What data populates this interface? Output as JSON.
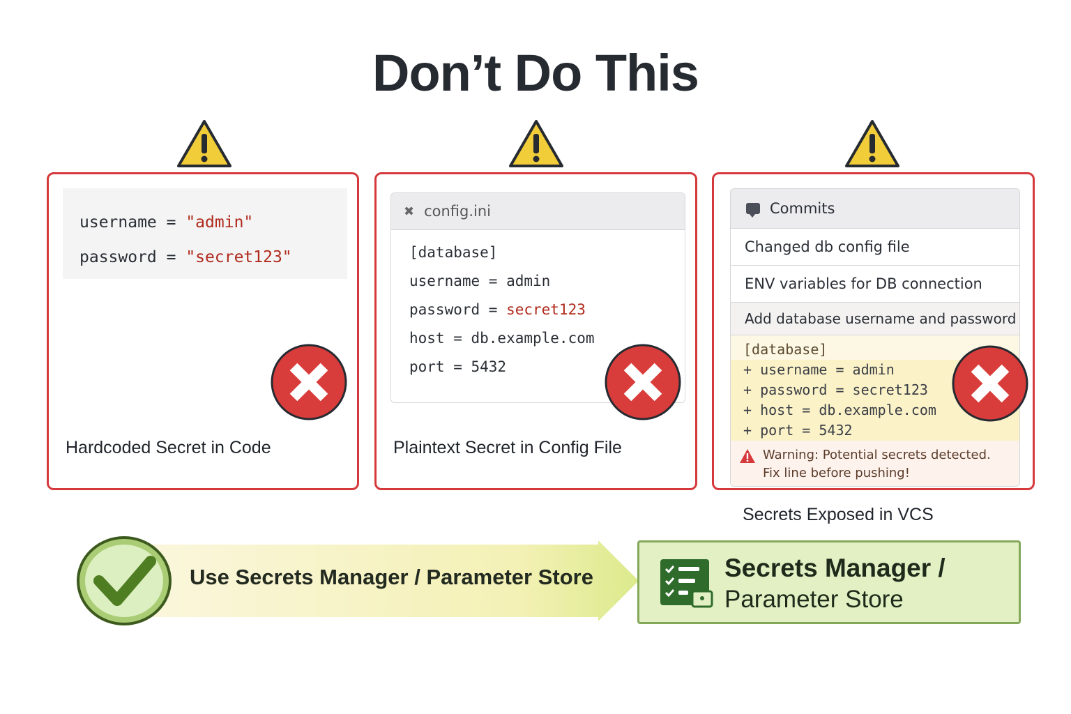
{
  "title": "Don’t Do This",
  "colors": {
    "danger_border": "#d5393b",
    "danger_x": "#d93d3b",
    "warning_triangle": "#f2cd3a",
    "secret_text": "#b02a1c",
    "success_green": "#5c8a2e",
    "success_box_bg": "#e2f0c4"
  },
  "panels": {
    "hardcoded": {
      "code_lines": [
        "username = ",
        "password = "
      ],
      "values": [
        "\"admin\"",
        "\"secret123\""
      ],
      "caption": "Hardcoded Secret in Code"
    },
    "config": {
      "filename": "config.ini",
      "file_icon": "close-x-icon",
      "line_section": "[database]",
      "line_username": "username = admin",
      "line_password_key": "password = ",
      "line_password_value": "secret123",
      "line_host": "host = db.example.com",
      "line_port": "port = 5432",
      "caption": "Plaintext Secret in Config File"
    },
    "vcs": {
      "header": "Commits",
      "header_icon": "comment-icon",
      "commits": [
        "Changed db config file",
        "ENV variables for DB connection",
        "Add database username and password"
      ],
      "diff_header": "[database]",
      "diff_lines": [
        "+ username = admin",
        "+ password = secret123",
        "+ host = db.example.com",
        "+ port = 5432"
      ],
      "warning_line1": "Warning: Potential secrets detected.",
      "warning_line2": "Fix line before pushing!",
      "caption": "Secrets Exposed in VCS"
    }
  },
  "solution": {
    "arrow_label": "Use Secrets Manager / Parameter Store",
    "box_title": "Secrets Manager /",
    "box_subtitle": "Parameter Store",
    "box_icon": "checklist-lock-icon",
    "check_icon": "checkmark-icon"
  }
}
